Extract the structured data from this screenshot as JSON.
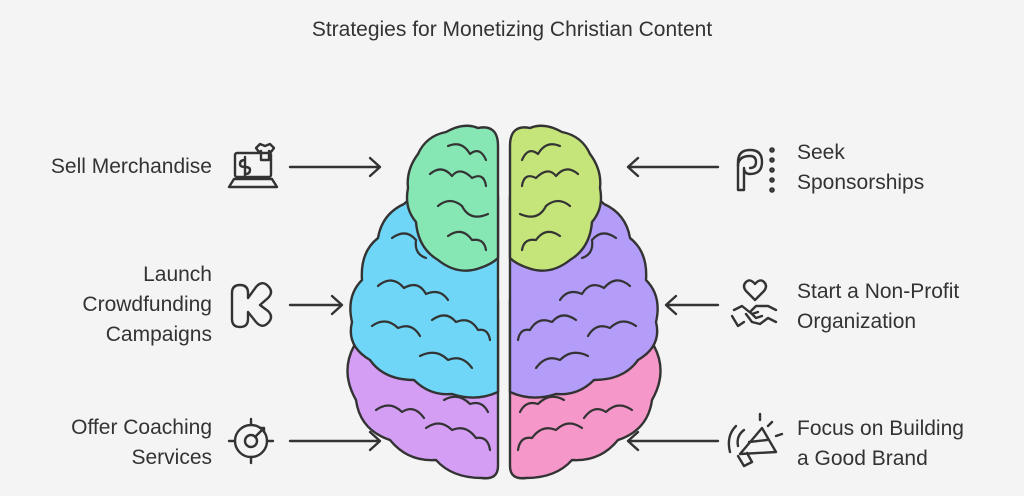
{
  "title": "Strategies for Monetizing Christian Content",
  "left_items": [
    {
      "lines": [
        "Sell Merchandise"
      ],
      "icon": "laptop-shirt-icon"
    },
    {
      "lines": [
        "Launch",
        "Crowdfunding",
        "Campaigns"
      ],
      "icon": "kickstarter-icon"
    },
    {
      "lines": [
        "Offer Coaching",
        "Services"
      ],
      "icon": "target-icon"
    }
  ],
  "right_items": [
    {
      "lines": [
        "Seek",
        "Sponsorships"
      ],
      "icon": "patreon-icon"
    },
    {
      "lines": [
        "Start a Non-Profit",
        "Organization"
      ],
      "icon": "heart-handshake-icon"
    },
    {
      "lines": [
        "Focus on Building",
        "a Good Brand"
      ],
      "icon": "megaphone-icon"
    }
  ],
  "colors": {
    "green": "#86e6b4",
    "lime": "#c5e47a",
    "blue": "#6fd6f7",
    "purple": "#b39df8",
    "violet": "#d49ef5",
    "pink": "#f597c9"
  }
}
